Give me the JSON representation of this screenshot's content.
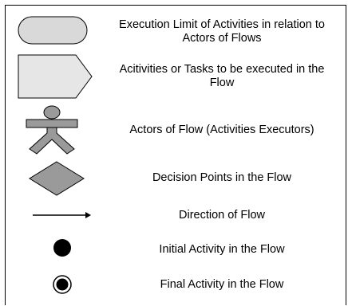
{
  "legend": {
    "items": [
      {
        "symbol": "rounded-rectangle",
        "label": "Execution Limit of Activities in relation to\nActors of Flows"
      },
      {
        "symbol": "pentagon-arrow",
        "label": "Acitivities or Tasks to be executed in the\nFlow"
      },
      {
        "symbol": "actor-figure",
        "label": "Actors of Flow (Activities Executors)"
      },
      {
        "symbol": "diamond",
        "label": "Decision Points in the Flow"
      },
      {
        "symbol": "arrow",
        "label": "Direction of Flow"
      },
      {
        "symbol": "filled-circle",
        "label": "Initial Activity in the Flow"
      },
      {
        "symbol": "ringed-circle",
        "label": "Final Activity in the Flow"
      }
    ]
  },
  "colors": {
    "light_fill": "#d9d9d9",
    "mid_fill": "#9a9a9a",
    "very_light_fill": "#e6e6e6",
    "stroke": "#000000"
  }
}
